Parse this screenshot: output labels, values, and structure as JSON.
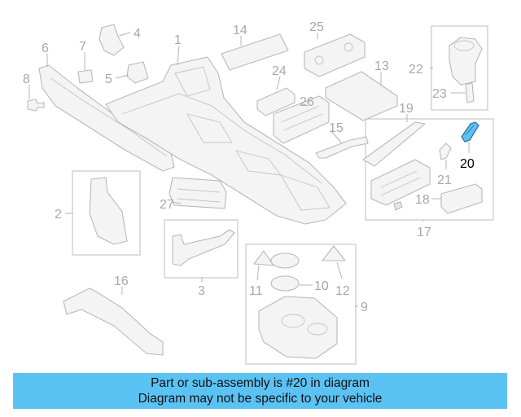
{
  "diagram": {
    "callouts": [
      {
        "id": "1",
        "label": "1"
      },
      {
        "id": "2",
        "label": "2"
      },
      {
        "id": "3",
        "label": "3"
      },
      {
        "id": "4",
        "label": "4"
      },
      {
        "id": "5",
        "label": "5"
      },
      {
        "id": "6",
        "label": "6"
      },
      {
        "id": "7",
        "label": "7"
      },
      {
        "id": "8",
        "label": "8"
      },
      {
        "id": "9",
        "label": "9"
      },
      {
        "id": "10",
        "label": "10"
      },
      {
        "id": "11",
        "label": "11"
      },
      {
        "id": "12",
        "label": "12"
      },
      {
        "id": "13",
        "label": "13"
      },
      {
        "id": "14",
        "label": "14"
      },
      {
        "id": "15",
        "label": "15"
      },
      {
        "id": "16",
        "label": "16"
      },
      {
        "id": "17",
        "label": "17"
      },
      {
        "id": "18",
        "label": "18"
      },
      {
        "id": "19",
        "label": "19"
      },
      {
        "id": "20",
        "label": "20"
      },
      {
        "id": "21",
        "label": "21"
      },
      {
        "id": "22",
        "label": "22"
      },
      {
        "id": "23",
        "label": "23"
      },
      {
        "id": "24",
        "label": "24"
      },
      {
        "id": "25",
        "label": "25"
      },
      {
        "id": "26",
        "label": "26"
      },
      {
        "id": "27",
        "label": "27"
      }
    ],
    "highlighted_part": "20",
    "highlight_color": "#5bc2f4"
  },
  "banner": {
    "line1": "Part or sub-assembly is #20 in diagram",
    "line2": "Diagram may not be specific to your vehicle",
    "color": "#5bc2f4"
  }
}
